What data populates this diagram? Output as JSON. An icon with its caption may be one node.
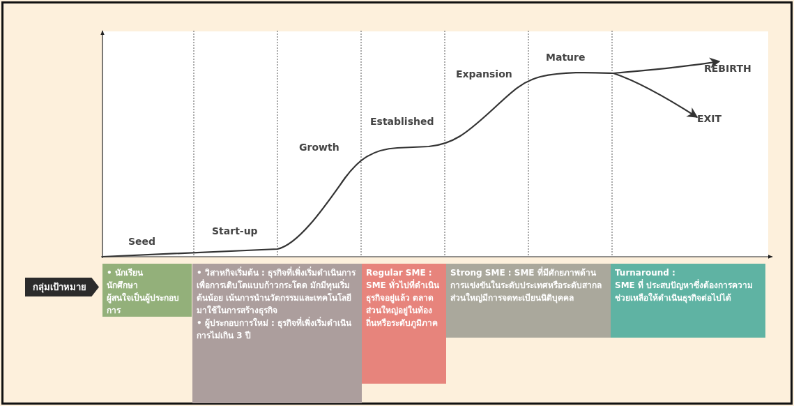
{
  "diagram": {
    "nodes": [
      {
        "text": [
          "REBIRTH"
        ]
      },
      {
        "text": [
          "EXIT"
        ]
      },
      {
        "text": [
          "กลุ่มเป้าหมาย"
        ]
      },
      {
        "text": [
          "• นักเรียน",
          "นักศึกษา",
          "ผู้สนใจเป็นผู้ประกอบการ"
        ]
      },
      {
        "text": [
          "• วิสาหกิจเริ่มต้น : ธุรกิจที่เพิ่งเริ่มดำเนินการ เพื่อการเติบโตแบบก้าวกระโดด มักมีทุนเริ่มต้นน้อย เน้นการนำนวัตกรรมและเทคโนโลยีมาใช้ในการสร้างธุรกิจ",
          "• ผู้ประกอบการใหม่ : ธุรกิจที่เพิ่งเริ่มดำเนินการไม่เกิน 3 ปี"
        ]
      },
      {
        "text": [
          "Regular SME :",
          "SME ทั่วไปที่ดำเนินธุรกิจอยู่แล้ว ตลาดส่วนใหญ่อยู่ในท้องถิ่นหรือระดับภูมิภาค"
        ]
      },
      {
        "text": [
          "Strong SME : SME ที่มีศักยภาพด้านการแข่งขันในระดับประเทศหรือระดับสากล ส่วนใหญ่มีการจดทะเบียนนิติบุคคล"
        ]
      },
      {
        "text": [
          "Turnaround :",
          "SME ที่ ประสบปัญหาซึ่งต้องการความช่วยเหลือให้ดำเนินธุรกิจต่อไปได้"
        ]
      }
    ],
    "edges": [
      {
        "from": null,
        "to": 0,
        "arrow": "to"
      },
      {
        "from": null,
        "to": 1,
        "arrow": "to"
      }
    ],
    "labels": [
      "Mature",
      "Expansion",
      "Established",
      "Growth",
      "Start-up",
      "Seed"
    ]
  }
}
